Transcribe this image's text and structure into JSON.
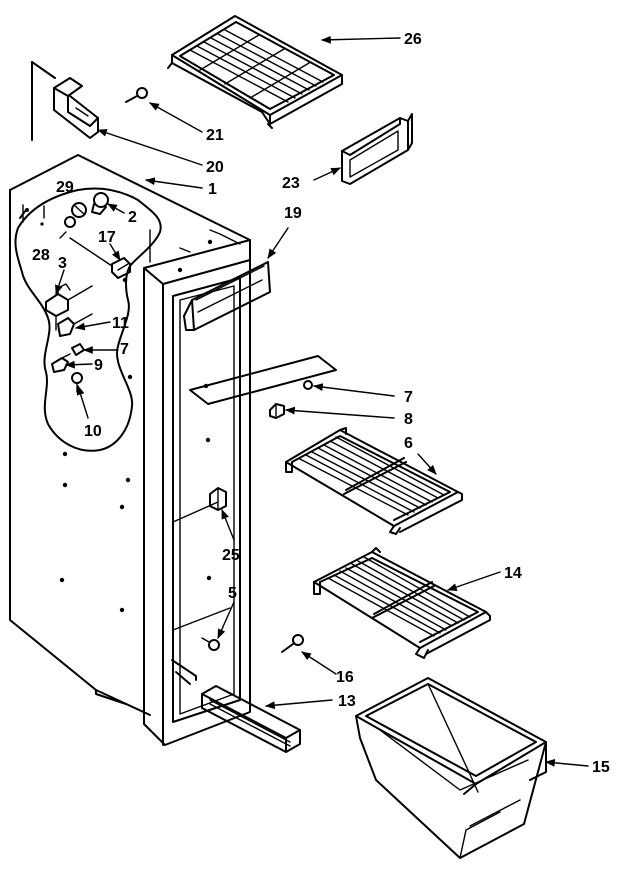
{
  "callouts": {
    "c26": "26",
    "c21": "21",
    "c20": "20",
    "c1": "1",
    "c23": "23",
    "c29": "29",
    "c2": "2",
    "c19": "19",
    "c28": "28",
    "c17": "17",
    "c3": "3",
    "c11": "11",
    "c7a": "7",
    "c9": "9",
    "c10": "10",
    "c7b": "7",
    "c8": "8",
    "c6": "6",
    "c14": "14",
    "c25": "25",
    "c5": "5",
    "c16": "16",
    "c13": "13",
    "c15": "15"
  }
}
